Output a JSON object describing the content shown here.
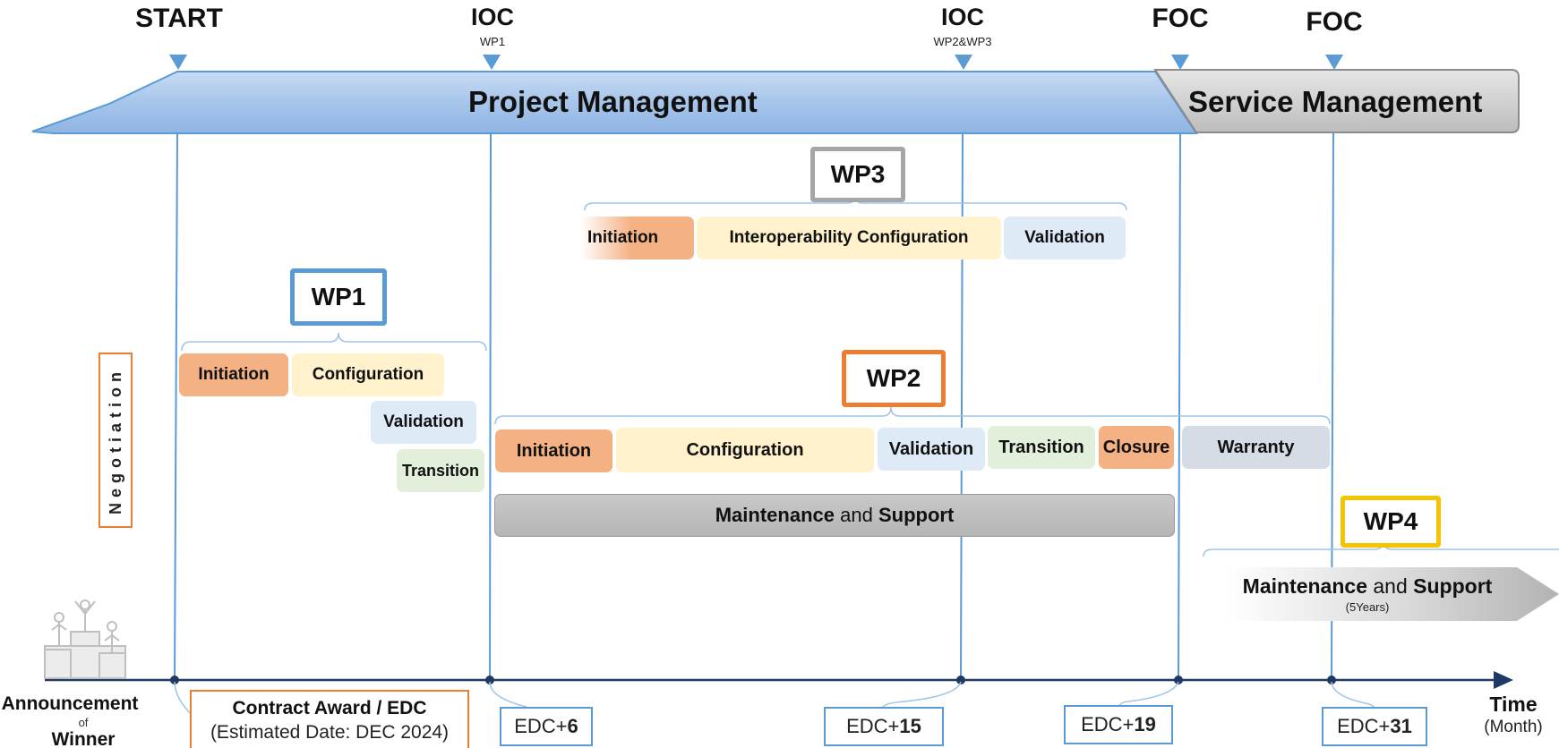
{
  "milestones": [
    {
      "label": "START",
      "sub": ""
    },
    {
      "label": "IOC",
      "sub": "WP1"
    },
    {
      "label": "IOC",
      "sub": "WP2&WP3"
    },
    {
      "label": "FOC",
      "sub": ""
    },
    {
      "label": "FOC",
      "sub": ""
    }
  ],
  "banners": {
    "project": "Project Management",
    "service": "Service Management"
  },
  "colors": {
    "accent_blue": "#5b9bd5",
    "wp1": "#5b9bd5",
    "wp2": "#ed7d31",
    "wp3": "#a6a6a6",
    "wp4": "#f5c400",
    "initiation": "#f4b183",
    "configuration": "#fff2cc",
    "validation": "#deebf7",
    "transition": "#e2efda",
    "closure": "#f4b183",
    "warranty": "#d6dce5",
    "maintenance": "#bfbfbf"
  },
  "negotiation": "Negotiation",
  "wp1": {
    "title": "WP1",
    "phases": [
      "Initiation",
      "Configuration",
      "Validation",
      "Transition"
    ]
  },
  "wp2": {
    "title": "WP2",
    "phases": [
      "Initiation",
      "Configuration",
      "Validation",
      "Transition",
      "Closure",
      "Warranty"
    ],
    "maintenance": {
      "bold1": "Maintenance",
      "mid": "and",
      "bold2": "Support"
    }
  },
  "wp3": {
    "title": "WP3",
    "phases": [
      "Initiation",
      "Interoperability Configuration",
      "Validation"
    ]
  },
  "wp4": {
    "title": "WP4",
    "maintenance": {
      "bold1": "Maintenance",
      "mid": "and",
      "bold2": "Support",
      "sub": "(5Years)"
    }
  },
  "timeline": {
    "announcement": "Announcement",
    "of": "of",
    "winner": "Winner",
    "contract_title": "Contract Award / EDC",
    "contract_sub": "(Estimated Date: DEC 2024)",
    "edc": [
      {
        "prefix": "EDC+",
        "num": "6"
      },
      {
        "prefix": "EDC+",
        "num": "15"
      },
      {
        "prefix": "EDC+",
        "num": "19"
      },
      {
        "prefix": "EDC+",
        "num": "31"
      }
    ],
    "axis_label": "Time",
    "axis_unit": "(Month)"
  }
}
